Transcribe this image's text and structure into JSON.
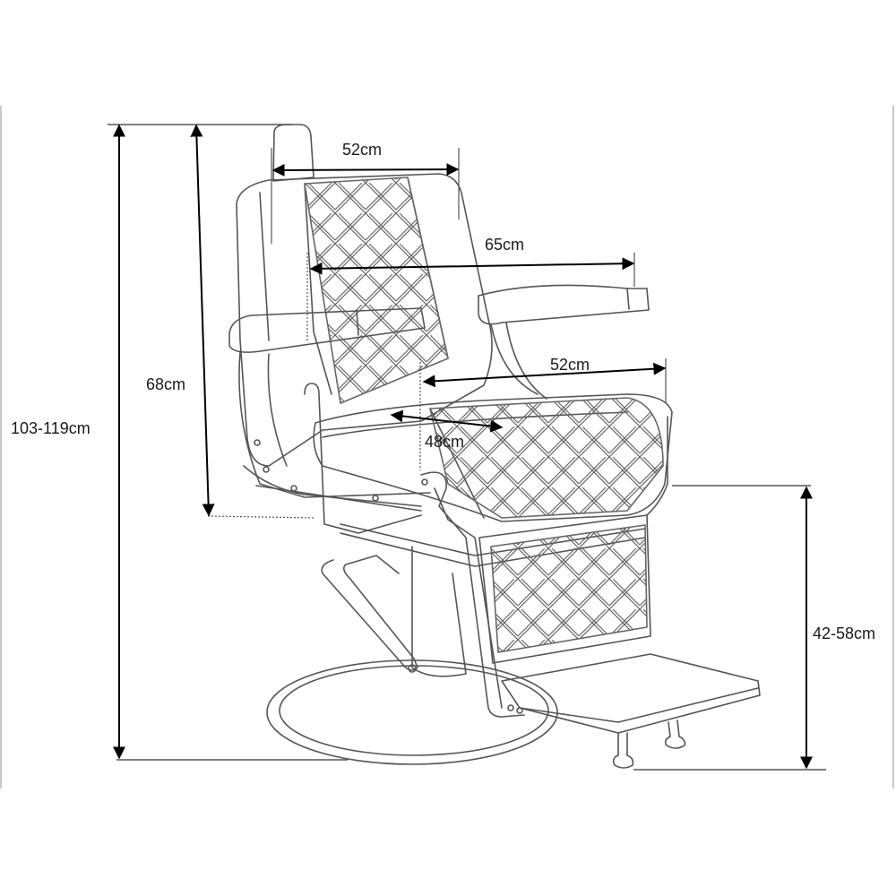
{
  "diagram": {
    "title": "Barber chair dimension drawing",
    "subject": "reclining barber chair with diamond-stitched upholstery, hydraulic pump pedal, round base and footrest",
    "line_color": "#555555",
    "dimension_color": "#000000",
    "dimensions": {
      "total_height": {
        "label": "103-119cm",
        "orientation": "vertical"
      },
      "backrest_height": {
        "label": "68cm",
        "orientation": "vertical"
      },
      "backrest_width": {
        "label": "52cm",
        "orientation": "horizontal"
      },
      "overall_depth": {
        "label": "65cm",
        "orientation": "horizontal"
      },
      "seat_width": {
        "label": "52cm",
        "orientation": "horizontal"
      },
      "seat_depth": {
        "label": "48cm",
        "orientation": "horizontal"
      },
      "seat_height": {
        "label": "42-58cm",
        "orientation": "vertical"
      }
    }
  }
}
